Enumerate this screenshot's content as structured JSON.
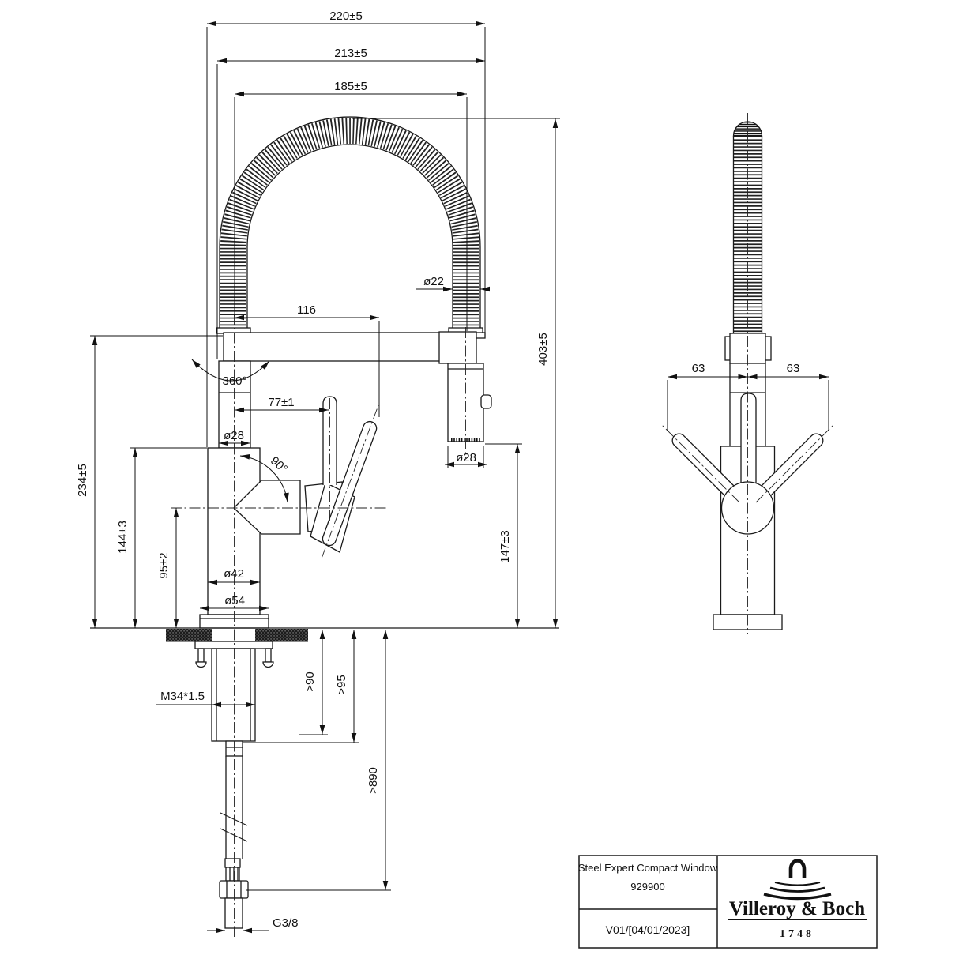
{
  "dims": {
    "overall_width": "220±5",
    "hose_width": "213±5",
    "arc_width": "185±5",
    "hose_diameter": "ø22",
    "spout_reach": "116",
    "swivel_angle": "360°",
    "lever_offset": "77±1",
    "column_diameter": "ø28",
    "lever_swing": "90°",
    "spray_head_diameter": "ø28",
    "total_height": "403±5",
    "spout_height": "234±5",
    "body_height": "144±3",
    "cartridge_height": "95±2",
    "body_diameter": "ø42",
    "base_diameter": "ø54",
    "spray_clearance": "147±3",
    "mounting_thread": "M34*1.5",
    "min_clearance_90": ">90",
    "min_clearance_95": ">95",
    "hose_length": ">890",
    "supply_connection": "G3/8",
    "side_left": "63",
    "side_right": "63"
  },
  "title_block": {
    "product_name": "Steel Expert Compact Window",
    "article_number": "929900",
    "version": "V01/[04/01/2023]",
    "brand": "Villeroy & Boch",
    "brand_year": "1748"
  }
}
